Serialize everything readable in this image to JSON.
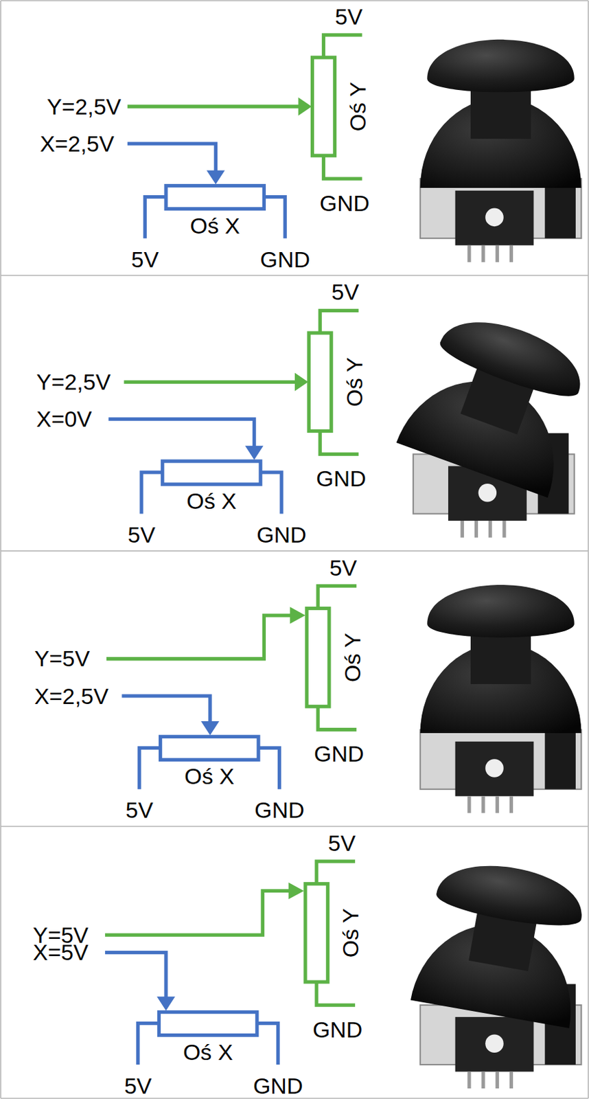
{
  "diagram": {
    "labels": [
      "5V",
      "Y=2,5V",
      "X=2,5V",
      "Oś Y",
      "GND",
      "Oś X",
      "5V",
      "GND",
      "5V",
      "Y=2,5V",
      "X=0V",
      "Oś Y",
      "GND",
      "Oś X",
      "5V",
      "GND",
      "5V",
      "Y=5V",
      "X=2,5V",
      "Oś Y",
      "GND",
      "Oś X",
      "5V",
      "GND",
      "5V",
      "Y=5V",
      "X=5V",
      "Oś Y",
      "GND",
      "Oś X",
      "5V",
      "GND"
    ]
  }
}
